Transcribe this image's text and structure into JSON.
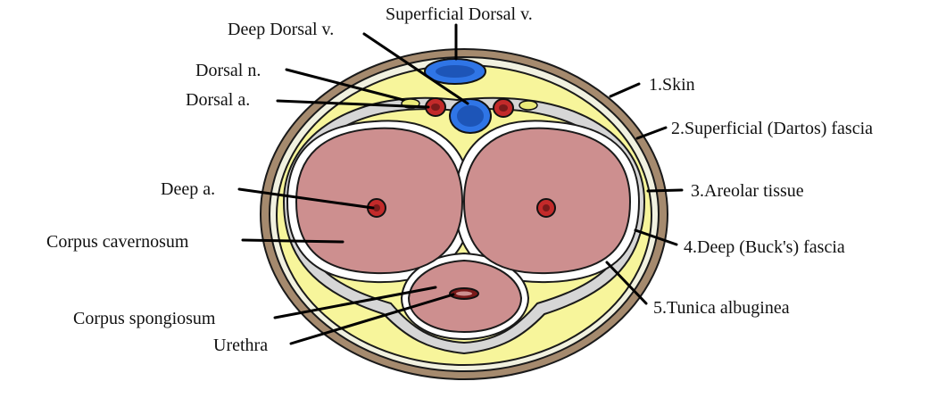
{
  "labels": {
    "superficial_dorsal_v": "Superficial Dorsal v.",
    "deep_dorsal_v": "Deep Dorsal v.",
    "dorsal_n": "Dorsal n.",
    "dorsal_a": "Dorsal a.",
    "deep_a": "Deep a.",
    "corpus_cavernosum": "Corpus cavernosum",
    "corpus_spongiosum": "Corpus spongiosum",
    "urethra": "Urethra",
    "skin": "1.Skin",
    "superficial_fascia": "2.Superficial (Dartos) fascia",
    "areolar_tissue": "3.Areolar tissue",
    "deep_fascia": "4.Deep (Buck's) fascia",
    "tunica_albuginea": "5.Tunica albuginea"
  },
  "colors": {
    "skin": "#a58a6e",
    "superficial_fascia": "#f1f1e0",
    "areolar_tissue": "#f7f59b",
    "deep_fascia": "#d6d6d6",
    "tunica_albuginea": "#ffffff",
    "erectile_tissue": "#cd8f8f",
    "vein": "#2f75e6",
    "artery": "#c32a2a",
    "nerve": "#eaea7a"
  }
}
